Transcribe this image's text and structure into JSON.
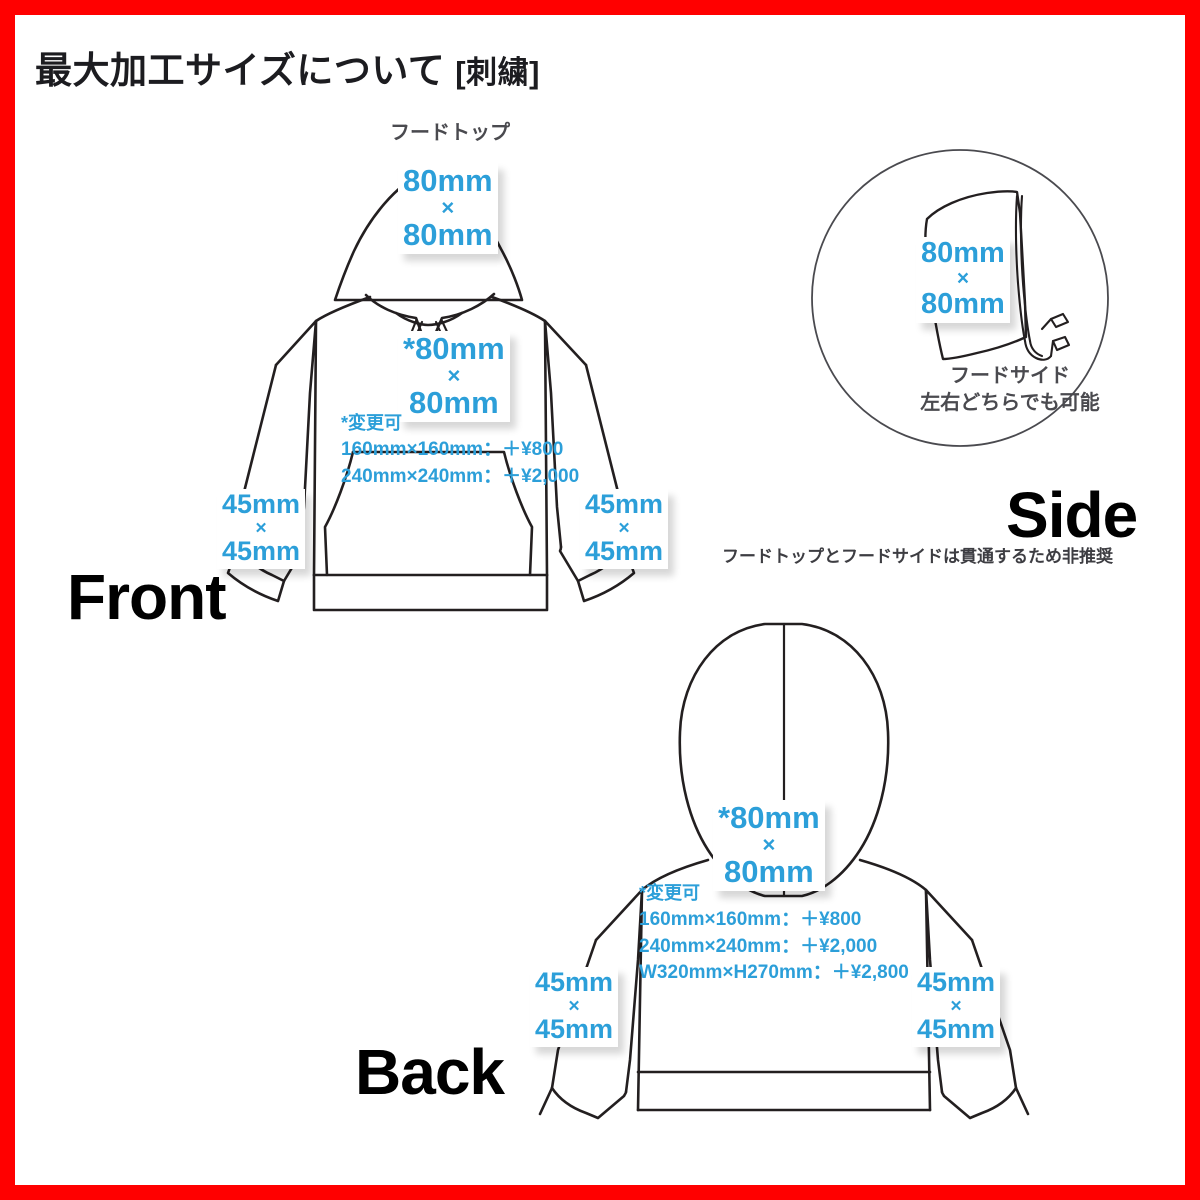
{
  "page": {
    "title_main": "最大加工サイズについて",
    "title_bracket": "[刺繍]",
    "border_color": "#ff0000",
    "accent_color": "#2c9fd9",
    "ink_color": "#1c1c20"
  },
  "front": {
    "view_label": "Front",
    "hood_top_label": "フードトップ",
    "hood_top_size": {
      "w": "80mm",
      "x": "×",
      "h": "80mm"
    },
    "chest_size": {
      "w": "*80mm",
      "x": "×",
      "h": "80mm"
    },
    "chest_options": {
      "head": "*変更可",
      "rows": [
        "160mm×160mm：＋¥800",
        "240mm×240mm：＋¥2,000"
      ]
    },
    "sleeve_left": {
      "w": "45mm",
      "x": "×",
      "h": "45mm"
    },
    "sleeve_right": {
      "w": "45mm",
      "x": "×",
      "h": "45mm"
    }
  },
  "side": {
    "view_label": "Side",
    "hood_side_size": {
      "w": "80mm",
      "x": "×",
      "h": "80mm"
    },
    "caption_line1": "フードサイド",
    "caption_line2": "左右どちらでも可能",
    "warning": "フードトップとフードサイドは貫通するため非推奨"
  },
  "back": {
    "view_label": "Back",
    "center_size": {
      "w": "*80mm",
      "x": "×",
      "h": "80mm"
    },
    "center_options": {
      "head": "*変更可",
      "rows": [
        "160mm×160mm：＋¥800",
        "240mm×240mm：＋¥2,000",
        "W320mm×H270mm：＋¥2,800"
      ]
    },
    "sleeve_left": {
      "w": "45mm",
      "x": "×",
      "h": "45mm"
    },
    "sleeve_right": {
      "w": "45mm",
      "x": "×",
      "h": "45mm"
    }
  }
}
